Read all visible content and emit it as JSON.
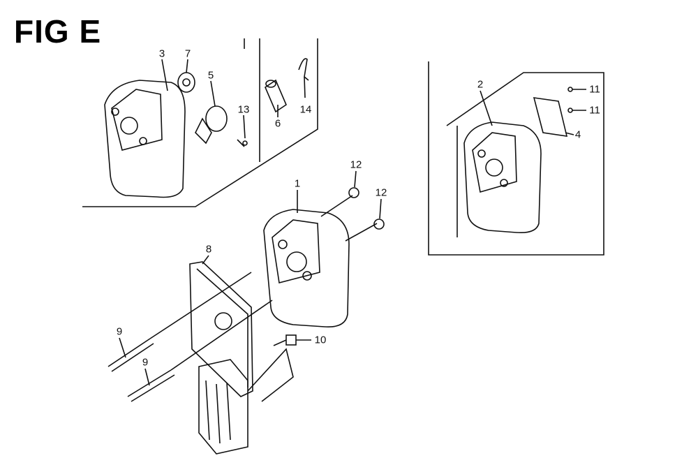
{
  "title": "FIG E",
  "callouts": [
    "1",
    "2",
    "3",
    "4",
    "5",
    "6",
    "7",
    "8",
    "9",
    "9",
    "10",
    "11",
    "11",
    "12",
    "12",
    "13",
    "14"
  ]
}
